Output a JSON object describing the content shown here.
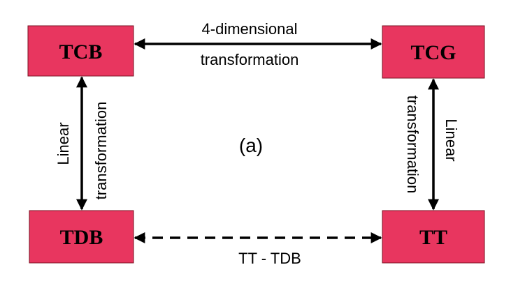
{
  "nodes": {
    "tcb": "TCB",
    "tcg": "TCG",
    "tdb": "TDB",
    "tt": "TT"
  },
  "edges": {
    "top": {
      "line1": "4-dimensional",
      "line2": "transformation"
    },
    "left": {
      "line1": "Linear",
      "line2": "transformation"
    },
    "right": {
      "line1": "transformation",
      "line2": "Linear"
    },
    "bottom": {
      "label": "TT - TDB"
    }
  },
  "center_label": "(a)",
  "colors": {
    "box_fill": "#E8365F",
    "box_stroke": "#7A1020",
    "arrow": "#000000"
  }
}
